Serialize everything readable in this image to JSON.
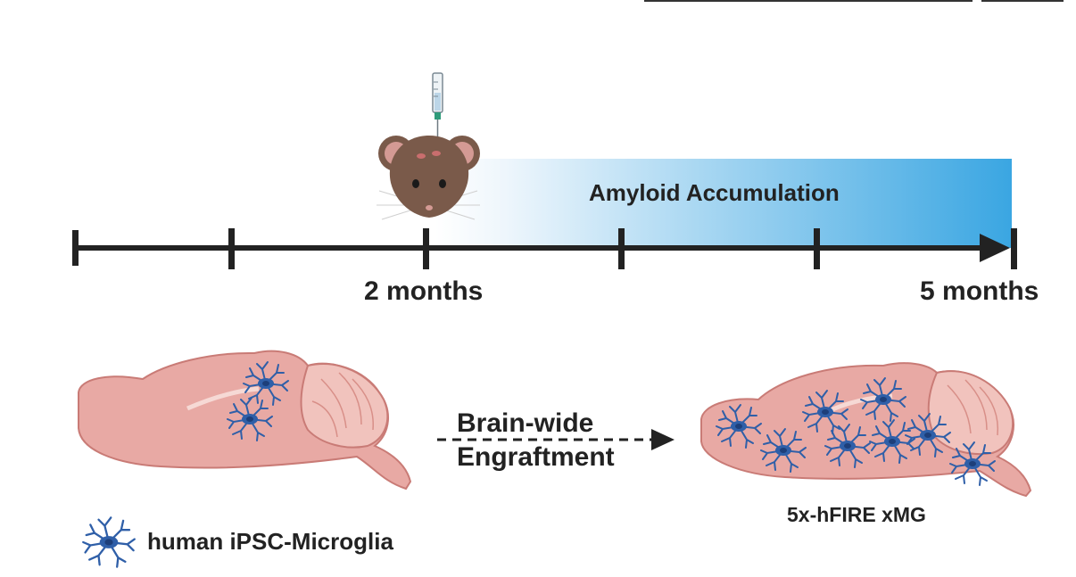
{
  "timeline": {
    "label_start": "2 months",
    "label_end": "5 months",
    "band_label": "Amyloid Accumulation",
    "colors": {
      "band_start": "#ffffff",
      "band_end": "#3aa6e2",
      "axis": "#222222"
    }
  },
  "procedure": {
    "step_label_line1": "Brain-wide",
    "step_label_line2": "Engraftment"
  },
  "outcome": {
    "label": "5x-hFIRE xMG"
  },
  "legend": {
    "label": "human iPSC-Microglia",
    "icon": "microglia-cell-icon"
  },
  "icons": {
    "mouse": "mouse-head-icon",
    "syringe": "syringe-icon",
    "brain_left": "mouse-brain-icon",
    "brain_right": "mouse-brain-engrafted-icon"
  },
  "colors": {
    "brain_fill": "#e8a9a4",
    "brain_outline": "#c97b76",
    "cerebellum_fill": "#f1c3bd",
    "microglia": "#2f5fa8",
    "microglia_nucleus": "#1d3f7a",
    "mouse_fur": "#7a5a4a"
  }
}
